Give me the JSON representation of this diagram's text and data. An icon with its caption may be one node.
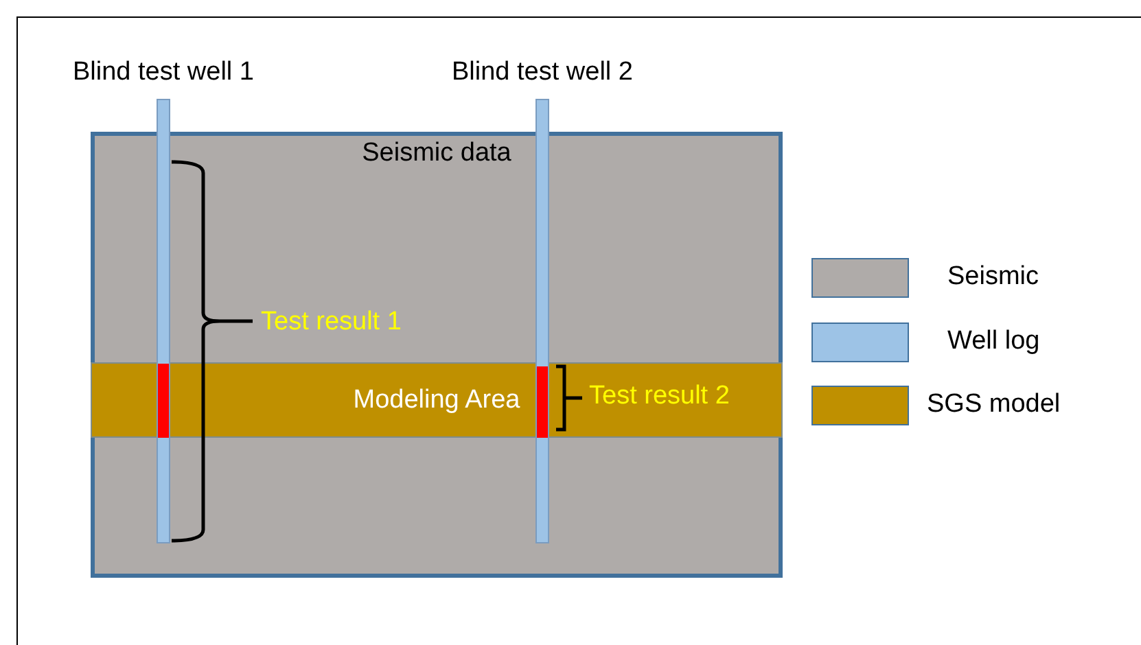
{
  "diagram": {
    "nodes": [
      {
        "text": [
          "Seismic data"
        ]
      },
      {
        "text": [
          "Modeling Area"
        ],
        "in": 0
      },
      {
        "text": [
          "Blind test well 1"
        ]
      },
      {
        "text": [
          "Blind test well 2"
        ]
      }
    ],
    "edges": [],
    "labels": [
      "Test result 1",
      "Test result 2"
    ],
    "legend": [
      {
        "text": "Seismic",
        "color": "#afaba9"
      },
      {
        "text": "Well log",
        "color": "#9dc3e6"
      },
      {
        "text": "SGS model",
        "color": "#bf9000"
      }
    ]
  }
}
